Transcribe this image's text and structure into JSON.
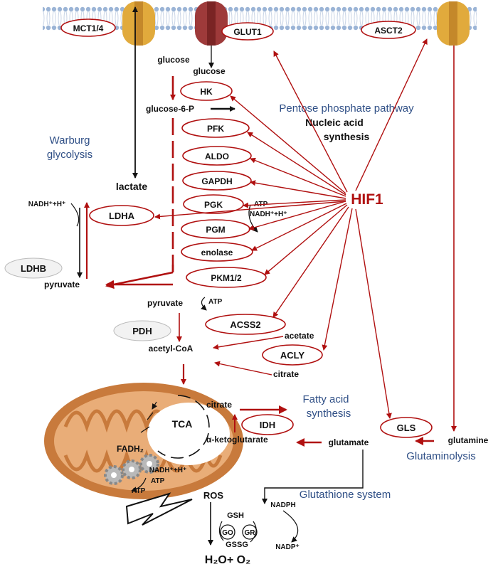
{
  "transporters": {
    "mct": "MCT1/4",
    "glut": "GLUT1",
    "asct": "ASCT2"
  },
  "metabolites": {
    "glucose_out": "glucose",
    "glucose_in": "glucose",
    "g6p": "glucose-6-P",
    "lactate": "lactate",
    "pyruvate1": "pyruvate",
    "pyruvate2": "pyruvate",
    "nadh": "NADH⁺+H⁺",
    "nadh2": "NADH⁺+H⁺",
    "atp1": "ATP",
    "atp2": "ATP",
    "acetate": "acetate",
    "acetyl_coa": "acetyl-CoA",
    "citrate1": "citrate",
    "citrate2": "citrate",
    "akg": "α-ketoglutarate",
    "glutamate": "glutamate",
    "glutamine": "glutamine",
    "fadh": "FADH₂",
    "nadh3": "NADH⁺+H⁺",
    "atp3": "ATP",
    "atp4": "ATP",
    "ros": "ROS",
    "gsh": "GSH",
    "gssg": "GSSG",
    "nadph": "NADPH",
    "nadp": "NADP⁺",
    "h2o_o2": "H₂O+ O₂"
  },
  "enzymes": {
    "hk": "HK",
    "pfk": "PFK",
    "aldo": "ALDO",
    "gapdh": "GAPDH",
    "pgk": "PGK",
    "pgm": "PGM",
    "enolase": "enolase",
    "pkm": "PKM1/2",
    "ldha": "LDHA",
    "ldhb": "LDHB",
    "pdh": "PDH",
    "acss2": "ACSS2",
    "acly": "ACLY",
    "idh": "IDH",
    "gls": "GLS",
    "go": "GO",
    "gr": "GR",
    "tca": "TCA"
  },
  "labels": {
    "pentose": "Pentose phosphate pathway",
    "nucleic": "Nucleic acid",
    "synthesis": "synthesis",
    "warburg1": "Warburg",
    "warburg2": "glycolysis",
    "hif1": "HIF1",
    "fatty1": "Fatty acid",
    "fatty2": "synthesis",
    "glutaminolysis": "Glutaminolysis",
    "glutathione": "Glutathione system"
  },
  "colors": {
    "accent_red": "#b01010",
    "label_blue": "#2f4f86",
    "mito_orange": "#c87a3c"
  }
}
